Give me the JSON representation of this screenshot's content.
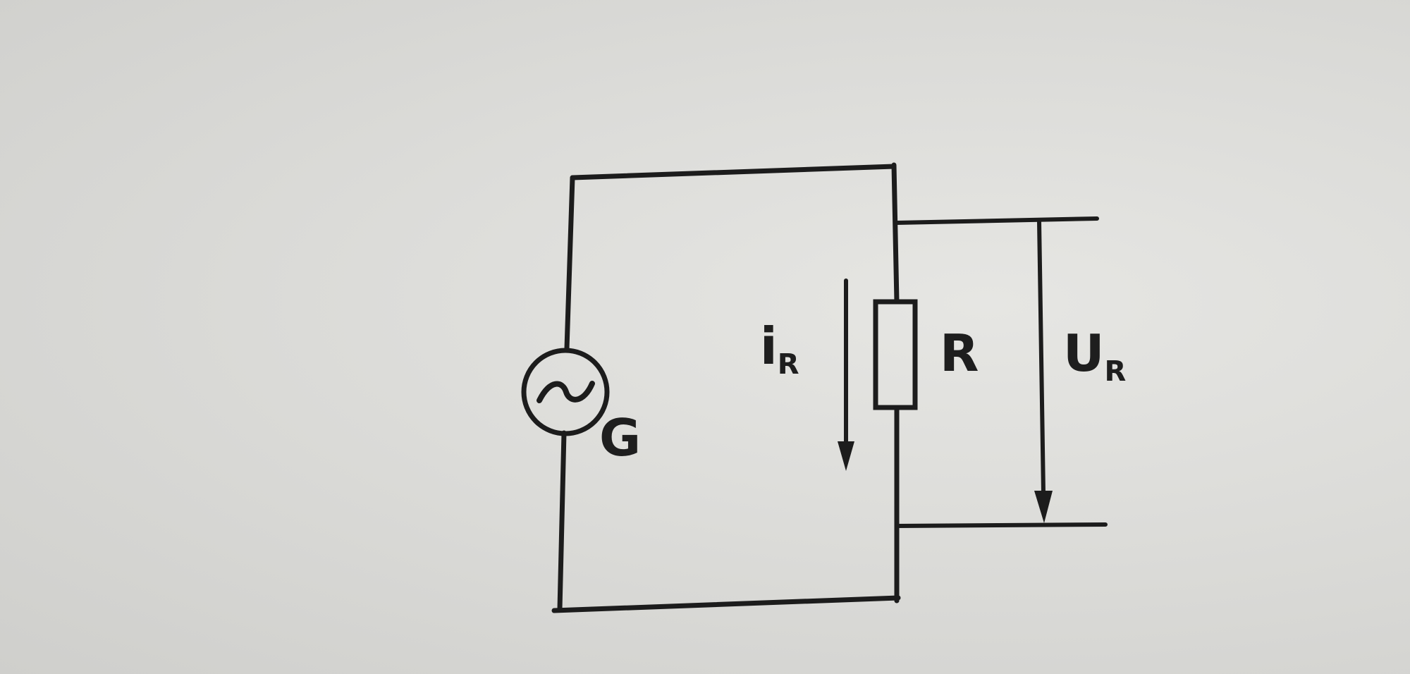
{
  "diagram": {
    "generator_label": "G",
    "current_label": {
      "main": "i",
      "sub": "R"
    },
    "resistor_label": "R",
    "voltage_label": {
      "main": "U",
      "sub": "R"
    },
    "colors": {
      "ink": "#1c1c1c",
      "paper": "#dcdcd9"
    },
    "icons": [
      "ac-source-icon",
      "resistor-icon",
      "current-arrow-icon",
      "voltage-arrow-icon"
    ]
  }
}
